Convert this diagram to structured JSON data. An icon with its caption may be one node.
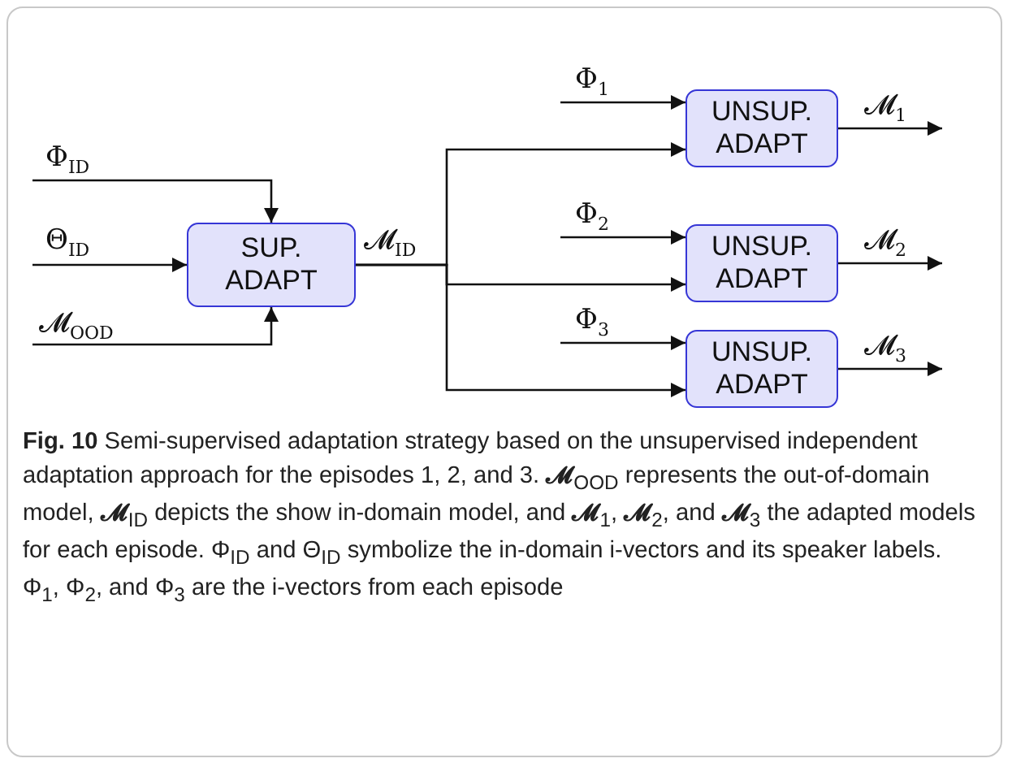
{
  "diagram": {
    "caption": "**Fig. 10** Semi-supervised adaptation strategy based on the unsupervised independent adaptation approach for the episodes 1, 2, and 3. **𝓜**$_{OOD}$ represents the out-of-domain model, **𝓜**$_{ID}$ depicts the show in-domain model, and **𝓜**$_{1}$, **𝓜**$_{2}$, and **𝓜**$_{3}$ the adapted models for each episode. Φ$_{ID}$ and Θ$_{ID}$ symbolize the in-domain i-vectors and its speaker labels. Φ$_{1}$, Φ$_{2}$, and Φ$_{3}$ are the i-vectors from each episode",
    "nodes": [
      {
        "text": [
          "SUP. ADAPT"
        ]
      },
      {
        "text": [
          "UNSUP. ADAPT"
        ]
      },
      {
        "text": [
          "UNSUP. ADAPT"
        ]
      },
      {
        "text": [
          "UNSUP. ADAPT"
        ]
      }
    ],
    "edges": [
      {
        "from": null,
        "to": 0,
        "arrow": "to",
        "label": "Φ$_{ID}$"
      },
      {
        "from": null,
        "to": 0,
        "arrow": "to",
        "label": "Θ$_{ID}$"
      },
      {
        "from": null,
        "to": 0,
        "arrow": "to",
        "label": "𝓜$_{OOD}$"
      },
      {
        "from": 0,
        "to": 1,
        "arrow": "to",
        "label": "𝓜$_{ID}$"
      },
      {
        "from": 0,
        "to": 2,
        "arrow": "to"
      },
      {
        "from": 0,
        "to": 3,
        "arrow": "to"
      },
      {
        "from": null,
        "to": 1,
        "arrow": "to",
        "label": "Φ$_{1}$"
      },
      {
        "from": 1,
        "to": null,
        "arrow": "to",
        "label": "𝓜$_{1}$"
      },
      {
        "from": null,
        "to": 2,
        "arrow": "to",
        "label": "Φ$_{2}$"
      },
      {
        "from": 2,
        "to": null,
        "arrow": "to",
        "label": "𝓜$_{2}$"
      },
      {
        "from": null,
        "to": 3,
        "arrow": "to",
        "label": "Φ$_{3}$"
      },
      {
        "from": 3,
        "to": null,
        "arrow": "to",
        "label": "𝓜$_{3}$"
      }
    ]
  }
}
